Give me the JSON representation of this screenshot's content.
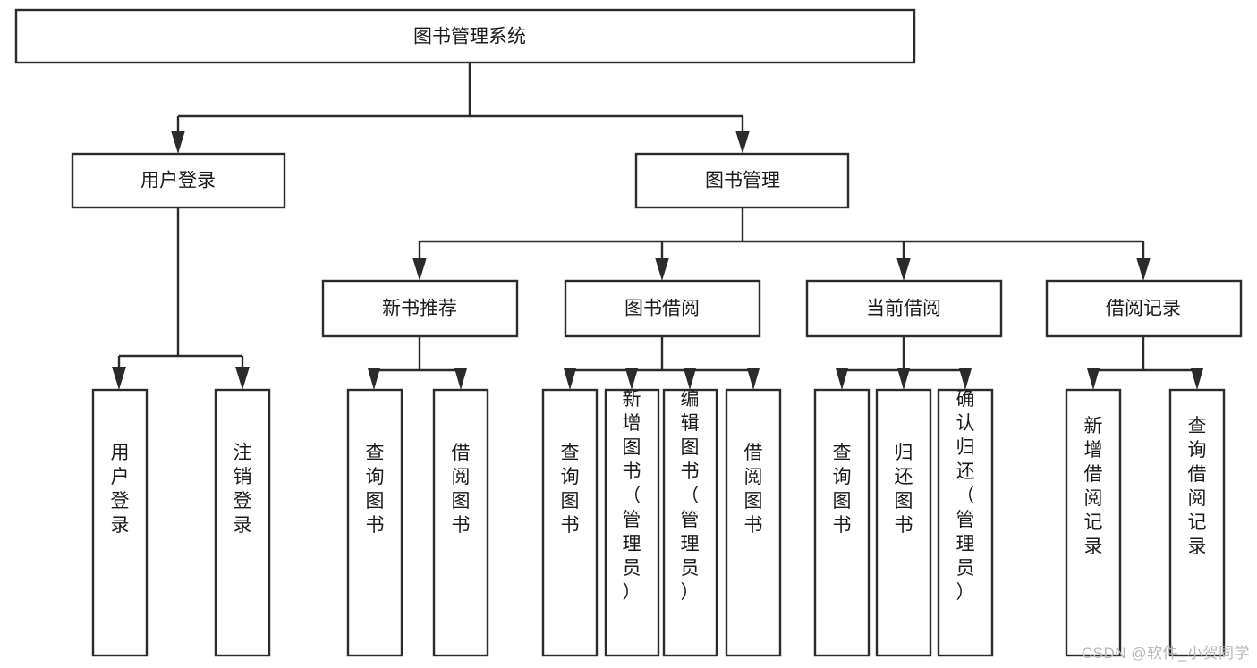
{
  "diagram": {
    "title": "图书管理系统",
    "type": "tree-hierarchy-chart",
    "watermark": "CSDN @软件_小贺同学",
    "colors": {
      "stroke": "#2b2b2b",
      "box_fill": "#ffffff",
      "text": "#1b1b1b",
      "background": "#ffffff",
      "watermark": "#b7b7b7"
    },
    "levels": {
      "root": {
        "label": "图书管理系统"
      },
      "level1": [
        {
          "label": "用户登录"
        },
        {
          "label": "图书管理"
        }
      ],
      "level2": [
        {
          "label": "新书推荐"
        },
        {
          "label": "图书借阅"
        },
        {
          "label": "当前借阅"
        },
        {
          "label": "借阅记录"
        }
      ],
      "leaves": {
        "user_login": [
          {
            "label": "用户登录"
          },
          {
            "label": "注销登录"
          }
        ],
        "new_book_recommend": [
          {
            "label": "查询图书"
          },
          {
            "label": "借阅图书"
          }
        ],
        "book_borrow": [
          {
            "label": "查询图书"
          },
          {
            "label": "新增图书（管理员）"
          },
          {
            "label": "编辑图书（管理员）"
          },
          {
            "label": "借阅图书"
          }
        ],
        "current_borrow": [
          {
            "label": "查询图书"
          },
          {
            "label": "归还图书"
          },
          {
            "label": "确认归还（管理员）"
          }
        ],
        "borrow_record": [
          {
            "label": "新增借阅记录"
          },
          {
            "label": "查询借阅记录"
          }
        ]
      }
    }
  }
}
